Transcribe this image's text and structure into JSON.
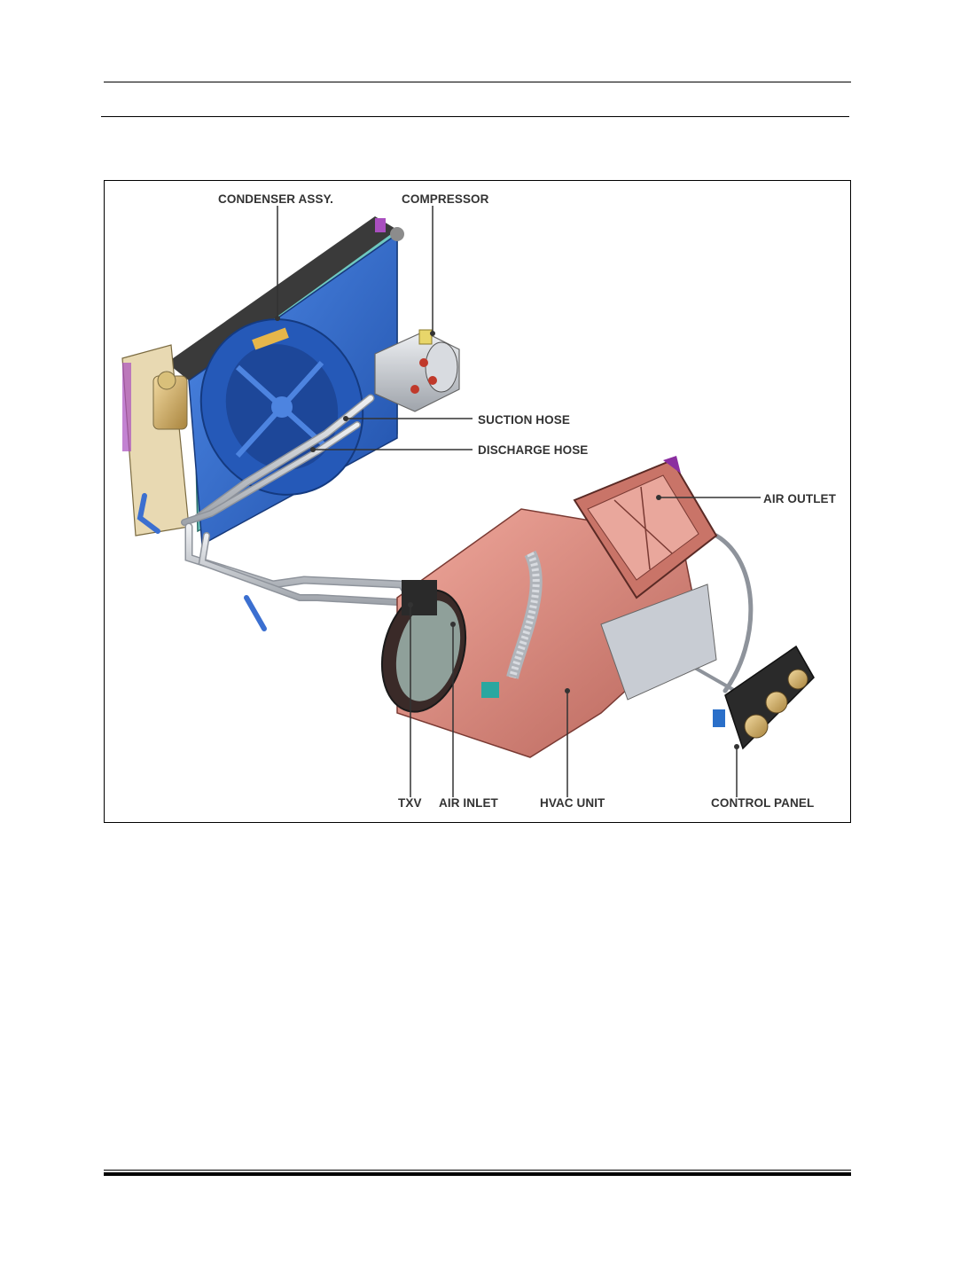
{
  "figure": {
    "labels": {
      "condenser": "CONDENSER ASSY.",
      "compressor": "COMPRESSOR",
      "suction_hose": "SUCTION HOSE",
      "discharge_hose": "DISCHARGE HOSE",
      "air_outlet": "AIR OUTLET",
      "txv": "TXV",
      "air_inlet": "AIR INLET",
      "hvac_unit": "HVAC UNIT",
      "control_panel": "CONTROL PANEL"
    },
    "colors": {
      "condenser_blue": "#2f6bd0",
      "shroud_teal": "#6fc9c0",
      "hvac_pink": "#d9897f",
      "pipe_silver": "#c9ccd2",
      "panel_black": "#2a2a2a",
      "knob_gold": "#c9a65a"
    }
  }
}
